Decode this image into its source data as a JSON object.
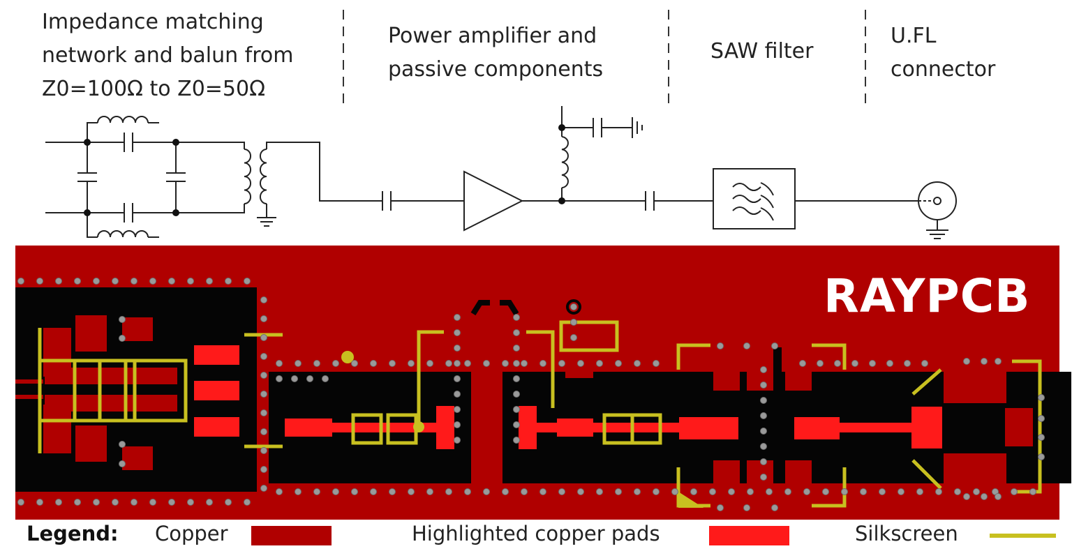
{
  "sections": {
    "impedance_matching": "Impedance matching\nnetwork and balun from\nZ0=100Ω to Z0=50Ω",
    "power_amplifier": "Power amplifier and\npassive components",
    "saw_filter": "SAW filter",
    "ufl_connector": "U.FL\nconnector"
  },
  "pcb": {
    "brand": "RAYPCB"
  },
  "legend": {
    "title": "Legend:",
    "copper": "Copper",
    "highlighted_pads": "Highlighted copper pads",
    "silkscreen": "Silkscreen"
  },
  "colors": {
    "copper": "#b00000",
    "highlighted_pads": "#ff1a1a",
    "silkscreen": "#c8c020",
    "substrate_dark": "#050505",
    "via": "#9a9a9a"
  }
}
